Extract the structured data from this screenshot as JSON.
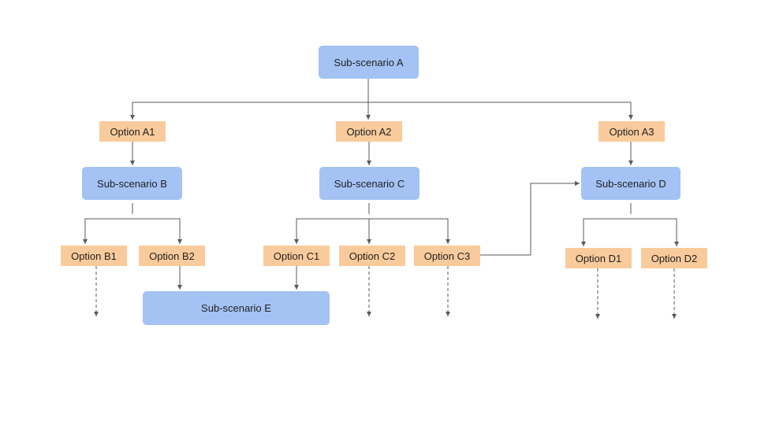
{
  "diagram": {
    "nodes": {
      "A": {
        "label": "Sub-scenario A",
        "kind": "scenario"
      },
      "B": {
        "label": "Sub-scenario B",
        "kind": "scenario"
      },
      "C": {
        "label": "Sub-scenario C",
        "kind": "scenario"
      },
      "D": {
        "label": "Sub-scenario D",
        "kind": "scenario"
      },
      "E": {
        "label": "Sub-scenario E",
        "kind": "scenario"
      },
      "A1": {
        "label": "Option A1",
        "kind": "option"
      },
      "A2": {
        "label": "Option A2",
        "kind": "option"
      },
      "A3": {
        "label": "Option A3",
        "kind": "option"
      },
      "B1": {
        "label": "Option B1",
        "kind": "option"
      },
      "B2": {
        "label": "Option B2",
        "kind": "option"
      },
      "C1": {
        "label": "Option C1",
        "kind": "option"
      },
      "C2": {
        "label": "Option C2",
        "kind": "option"
      },
      "C3": {
        "label": "Option C3",
        "kind": "option"
      },
      "D1": {
        "label": "Option D1",
        "kind": "option"
      },
      "D2": {
        "label": "Option D2",
        "kind": "option"
      }
    },
    "edges": [
      {
        "from": "A",
        "to": "A1",
        "style": "solid"
      },
      {
        "from": "A",
        "to": "A2",
        "style": "solid"
      },
      {
        "from": "A",
        "to": "A3",
        "style": "solid"
      },
      {
        "from": "A1",
        "to": "B",
        "style": "solid"
      },
      {
        "from": "A2",
        "to": "C",
        "style": "solid"
      },
      {
        "from": "A3",
        "to": "D",
        "style": "solid"
      },
      {
        "from": "B",
        "to": "B1",
        "style": "solid"
      },
      {
        "from": "B",
        "to": "B2",
        "style": "solid"
      },
      {
        "from": "C",
        "to": "C1",
        "style": "solid"
      },
      {
        "from": "C",
        "to": "C2",
        "style": "solid"
      },
      {
        "from": "C",
        "to": "C3",
        "style": "solid"
      },
      {
        "from": "D",
        "to": "D1",
        "style": "solid"
      },
      {
        "from": "D",
        "to": "D2",
        "style": "solid"
      },
      {
        "from": "B2",
        "to": "E",
        "style": "solid"
      },
      {
        "from": "C1",
        "to": "E",
        "style": "solid"
      },
      {
        "from": "C3",
        "to": "D",
        "style": "solid"
      },
      {
        "from": "B1",
        "to": null,
        "style": "dashed"
      },
      {
        "from": "C2",
        "to": null,
        "style": "dashed"
      },
      {
        "from": "C3",
        "to": null,
        "style": "dashed"
      },
      {
        "from": "D1",
        "to": null,
        "style": "dashed"
      },
      {
        "from": "D2",
        "to": null,
        "style": "dashed"
      }
    ],
    "colors": {
      "scenario_fill": "#a4c2f4",
      "option_fill": "#f9cb9c",
      "connector": "#595959",
      "text": "#1f1f1f"
    }
  }
}
